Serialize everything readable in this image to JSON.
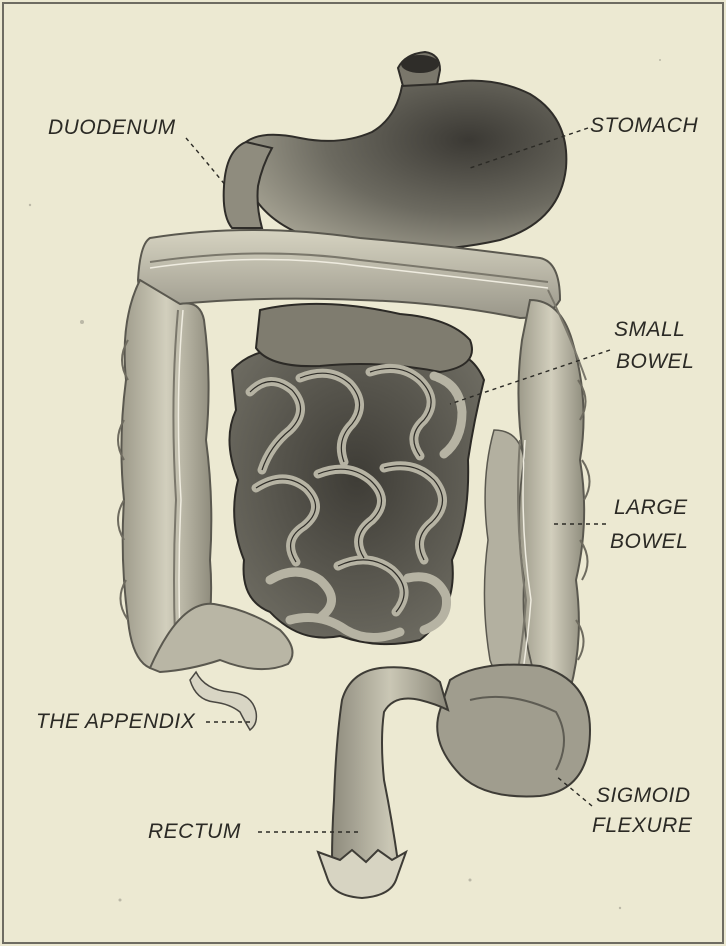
{
  "labels": {
    "duodenum": "DUODENUM",
    "stomach": "STOMACH",
    "small_bowel_1": "SMALL",
    "small_bowel_2": "BOWEL",
    "large_bowel_1": "LARGE",
    "large_bowel_2": "BOWEL",
    "appendix": "THE APPENDIX",
    "sigmoid_1": "SIGMOID",
    "sigmoid_2": "FLEXURE",
    "rectum": "RECTUM"
  },
  "colors": {
    "paper": "#ece9d2",
    "ink": "#2b2a25",
    "organ_light": "#c9c6b4",
    "organ_mid": "#9c998a",
    "organ_dark": "#3a3833"
  }
}
